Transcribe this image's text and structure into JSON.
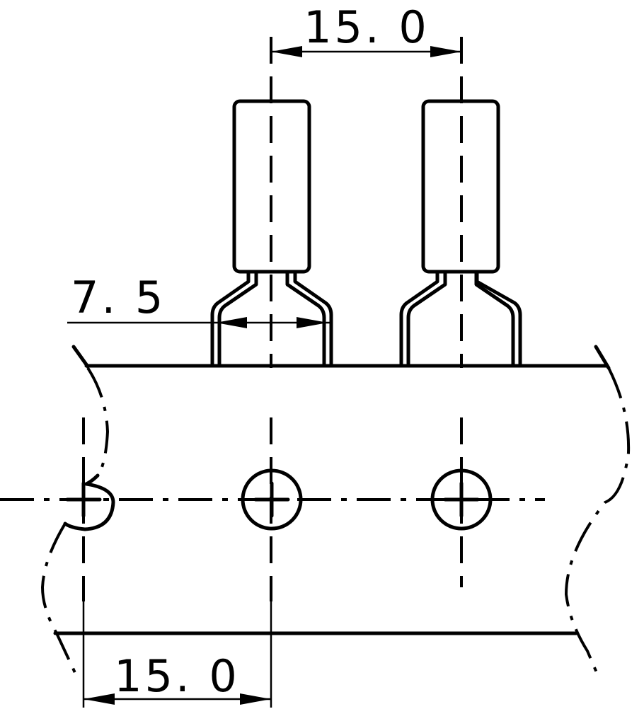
{
  "dimensions": {
    "component_pitch": "15. 0",
    "lead_spacing": "7. 5",
    "hole_pitch": "15. 0"
  }
}
